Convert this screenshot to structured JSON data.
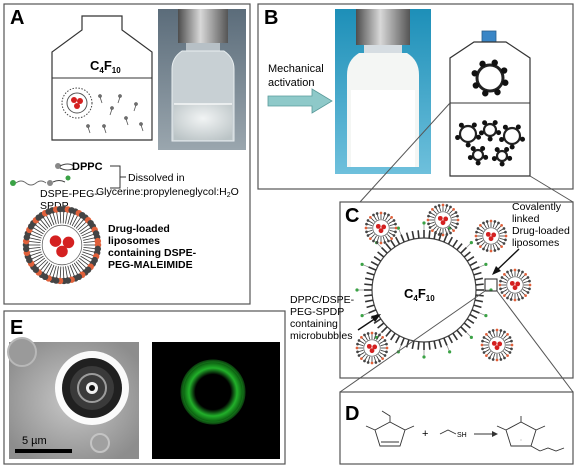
{
  "panels": {
    "a": {
      "letter": "A",
      "vial_label": {
        "main": "C",
        "sub1": "4",
        "mid": "F",
        "sub2": "10"
      },
      "dppc_label": "DPPC",
      "peg_label_line1": "DSPE-PEG-",
      "peg_label_line2": "SPDP",
      "dissolved_line1": "Dissolved in",
      "dissolved_line2": "Glycerine:propyleneglycol:H",
      "dissolved_sub": "2",
      "dissolved_end": "O",
      "liposome_line1": "Drug-loaded",
      "liposome_line2": "liposomes",
      "liposome_line3": "containing DSPE-",
      "liposome_line4": "PEG-MALEIMIDE"
    },
    "b": {
      "letter": "B",
      "activation_line1": "Mechanical",
      "activation_line2": "activation"
    },
    "c": {
      "letter": "C",
      "core_label": {
        "main": "C",
        "sub1": "4",
        "mid": "F",
        "sub2": "10"
      },
      "covalent_line1": "Covalently",
      "covalent_line2": "linked",
      "covalent_line3": "Drug-loaded",
      "covalent_line4": "liposomes",
      "microbubble_line1": "DPPC/DSPE-",
      "microbubble_line2": "PEG-SPDP",
      "microbubble_line3": "containing",
      "microbubble_line4": "microbubbles"
    },
    "d": {
      "letter": "D",
      "plus": "+",
      "sh_label": "SH"
    },
    "e": {
      "letter": "E",
      "scale_label": "5 µm"
    }
  },
  "colors": {
    "panel_border": "#555555",
    "arrow_fill": "#8ec9c9",
    "liposome_core": "#d42020",
    "liposome_tip": "#e0603a",
    "fluorescence": "#22b02a",
    "connector_line": "#555555"
  }
}
